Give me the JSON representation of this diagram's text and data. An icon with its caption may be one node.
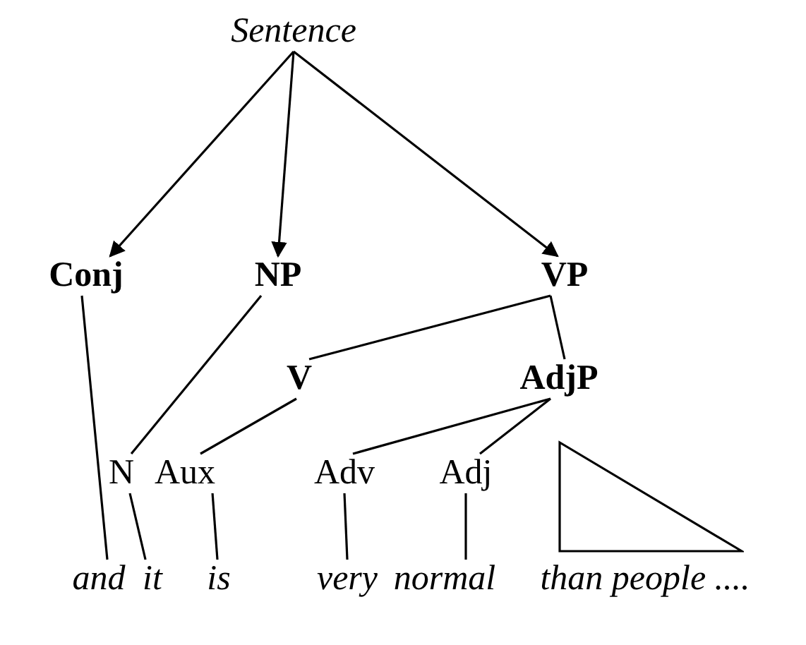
{
  "diagram": {
    "nodes": [
      {
        "text": [
          "Sentence"
        ]
      },
      {
        "text": [
          "Conj"
        ]
      },
      {
        "text": [
          "NP"
        ]
      },
      {
        "text": [
          "VP"
        ]
      },
      {
        "text": [
          "V"
        ]
      },
      {
        "text": [
          "AdjP"
        ]
      },
      {
        "text": [
          "N"
        ]
      },
      {
        "text": [
          "Aux"
        ]
      },
      {
        "text": [
          "Adv"
        ]
      },
      {
        "text": [
          "Adj"
        ]
      },
      {
        "text": [],
        "shape": "triangle"
      },
      {
        "text": [
          "and"
        ]
      },
      {
        "text": [
          "it"
        ]
      },
      {
        "text": [
          "is"
        ]
      },
      {
        "text": [
          "very"
        ]
      },
      {
        "text": [
          "normal"
        ]
      },
      {
        "text": [
          "than people ...."
        ]
      }
    ],
    "edges": [
      {
        "from": 0,
        "to": 1,
        "arrow": "to"
      },
      {
        "from": 0,
        "to": 2,
        "arrow": "to"
      },
      {
        "from": 0,
        "to": 3,
        "arrow": "to"
      },
      {
        "from": 1,
        "to": 11,
        "arrow": "none"
      },
      {
        "from": 2,
        "to": 6,
        "arrow": "none"
      },
      {
        "from": 3,
        "to": 4,
        "arrow": "none"
      },
      {
        "from": 3,
        "to": 5,
        "arrow": "none"
      },
      {
        "from": 4,
        "to": 7,
        "arrow": "none"
      },
      {
        "from": 5,
        "to": 8,
        "arrow": "none"
      },
      {
        "from": 5,
        "to": 9,
        "arrow": "none"
      },
      {
        "from": 6,
        "to": 12,
        "arrow": "none"
      },
      {
        "from": 7,
        "to": 13,
        "arrow": "none"
      },
      {
        "from": 8,
        "to": 14,
        "arrow": "none"
      },
      {
        "from": 9,
        "to": 15,
        "arrow": "none"
      }
    ]
  }
}
